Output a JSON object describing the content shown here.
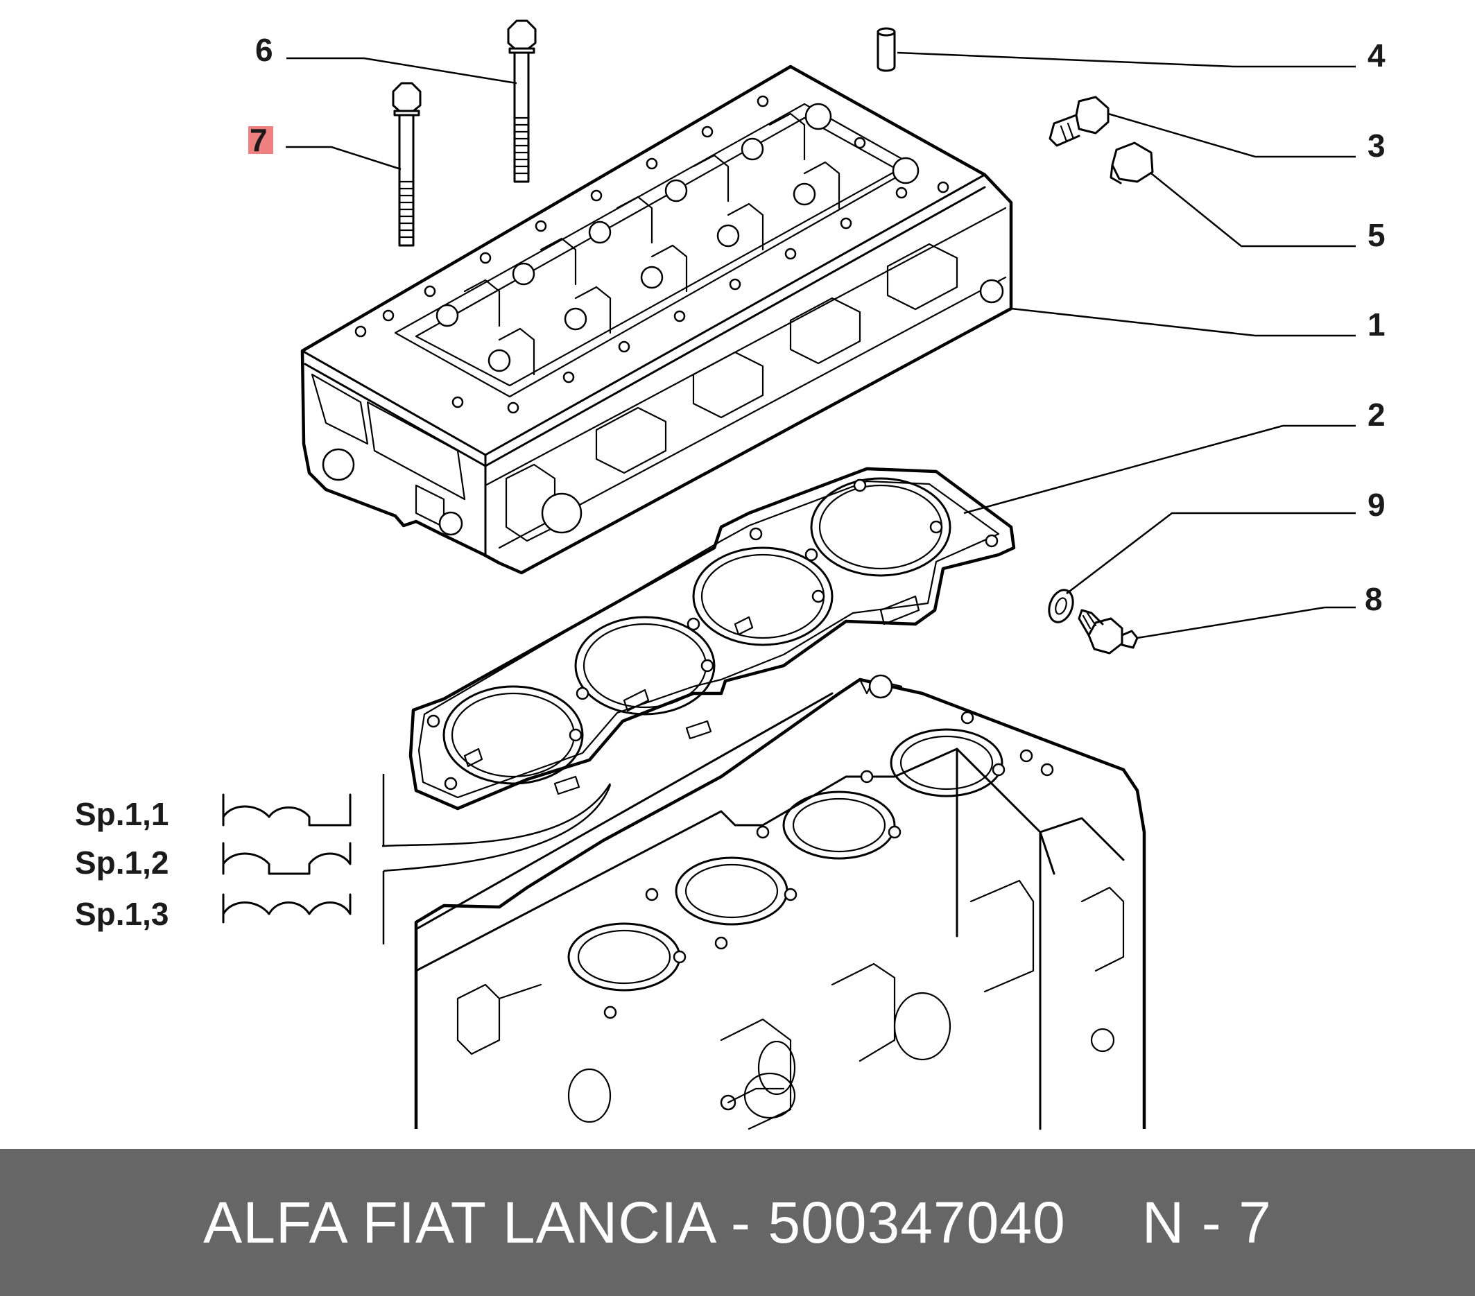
{
  "callouts": [
    {
      "id": "6",
      "label": "6"
    },
    {
      "id": "7",
      "label": "7",
      "highlighted": true
    },
    {
      "id": "4",
      "label": "4"
    },
    {
      "id": "3",
      "label": "3"
    },
    {
      "id": "5",
      "label": "5"
    },
    {
      "id": "1",
      "label": "1"
    },
    {
      "id": "2",
      "label": "2"
    },
    {
      "id": "9",
      "label": "9"
    },
    {
      "id": "8",
      "label": "8"
    }
  ],
  "gasket_thickness_options": [
    "Sp.1,1",
    "Sp.1,2",
    "Sp.1,3"
  ],
  "footer": {
    "brand_part": "ALFA FIAT LANCIA - 500347040",
    "position": "N - 7"
  },
  "colors": {
    "highlight": "#f08080",
    "footer_bg": "#666666",
    "footer_text": "#ffffff"
  }
}
